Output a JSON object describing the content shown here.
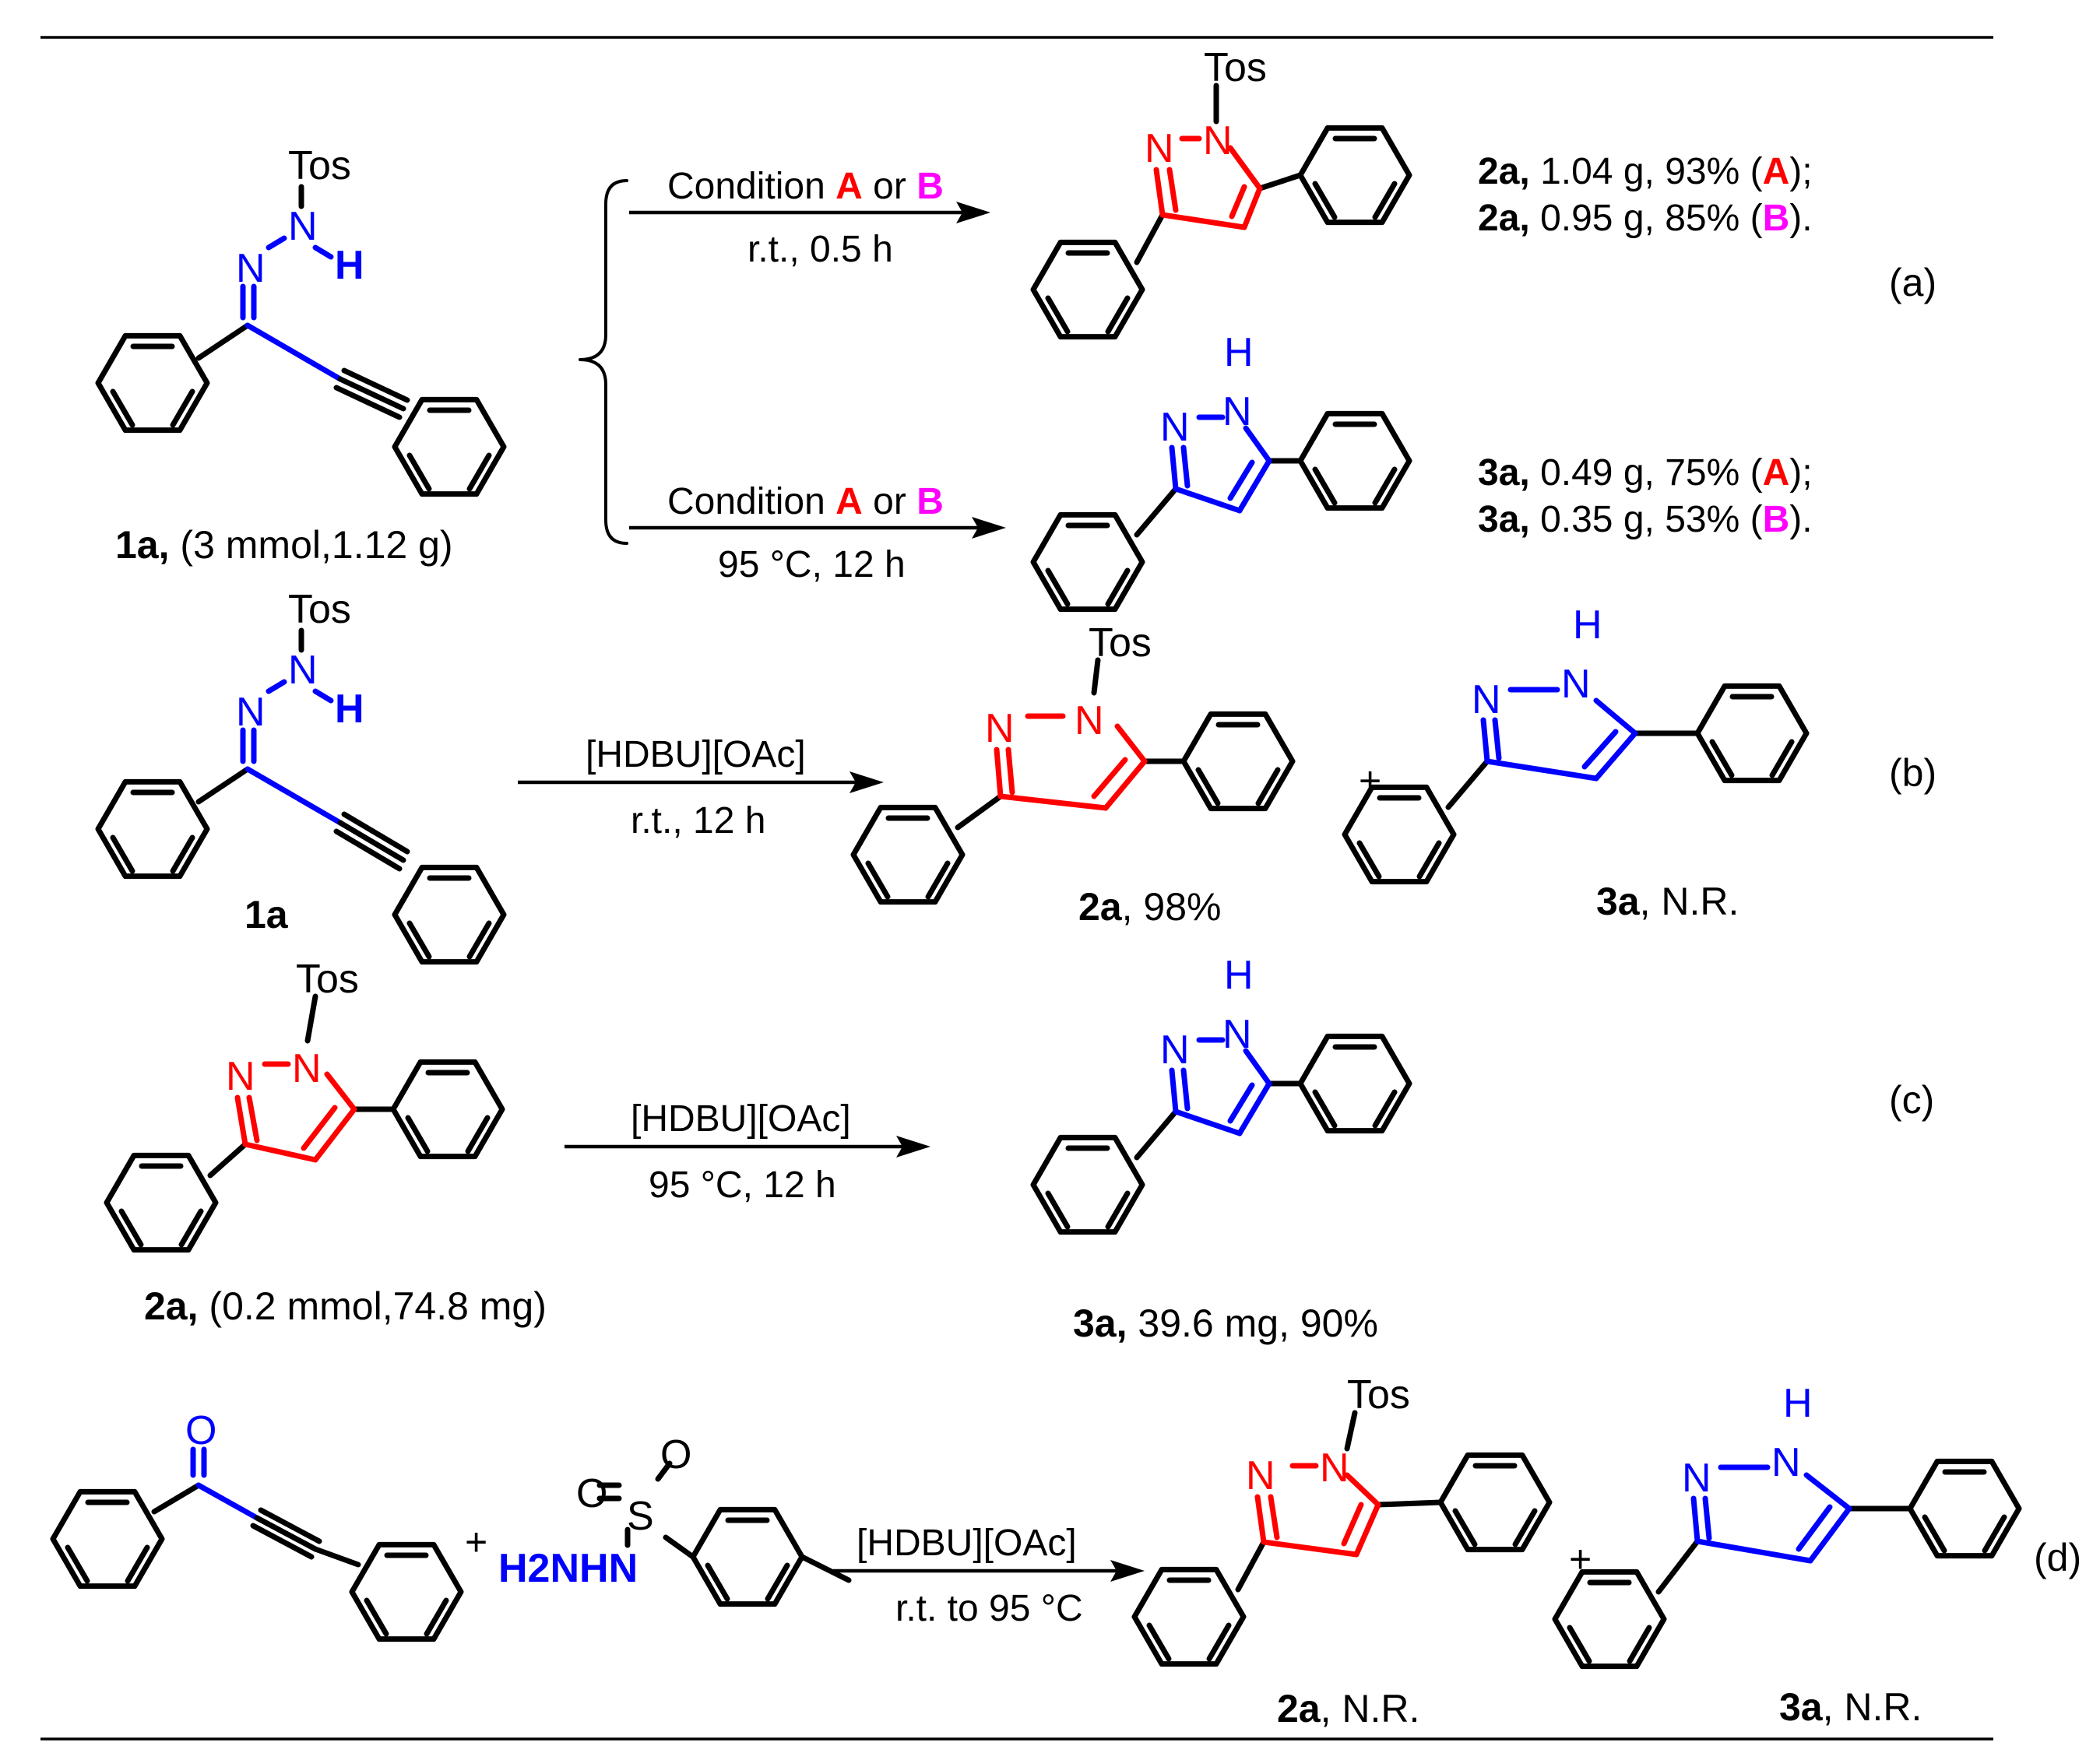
{
  "atoms": {
    "tos": "Tos",
    "n": "N",
    "h": "H",
    "o": "O",
    "s": "S",
    "h2nhn": "H2NHN",
    "plus": "+"
  },
  "compounds": {
    "c1a": "1a",
    "c2a": "2a",
    "c3a": "3a"
  },
  "panel_a": {
    "tag": "(a)",
    "start_amount": "(3 mmol,1.12 g)",
    "top_arrow": {
      "condition": "Condition",
      "a": "A",
      "or": "or",
      "b": "B",
      "below": "r.t., 0.5 h"
    },
    "bottom_arrow": {
      "condition": "Condition",
      "a": "A",
      "or": "or",
      "b": "B",
      "below": "95 °C, 12 h"
    },
    "result_2a_A": {
      "comp": "2a,",
      "text": "1.04 g, 93% (",
      "cond": "A",
      "end": ");"
    },
    "result_2a_B": {
      "comp": "2a,",
      "text": "0.95 g, 85% (",
      "cond": "B",
      "end": ")."
    },
    "result_3a_A": {
      "comp": "3a,",
      "text": "0.49 g, 75% (",
      "cond": "A",
      "end": ");"
    },
    "result_3a_B": {
      "comp": "3a,",
      "text": "0.35 g, 53% (",
      "cond": "B",
      "end": ")."
    }
  },
  "panel_b": {
    "tag": "(b)",
    "reagent": "[HDBU][OAc]",
    "conditions": "r.t., 12 h",
    "yield_2a": ", 98%",
    "yield_3a": ", N.R."
  },
  "panel_c": {
    "tag": "(c)",
    "reagent": "[HDBU][OAc]",
    "conditions": "95 °C, 12 h",
    "start_amount": "(0.2 mmol,74.8 mg)",
    "product": "3a,",
    "yield": "39.6 mg, 90%"
  },
  "panel_d": {
    "tag": "(d)",
    "reagent": "[HDBU][OAc]",
    "conditions": "r.t. to 95 °C",
    "yield_2a": ", N.R.",
    "yield_3a": ", N.R."
  },
  "colors": {
    "red": "#ff0000",
    "blue": "#0000ff",
    "magenta": "#ff00ff",
    "black": "#000000"
  }
}
